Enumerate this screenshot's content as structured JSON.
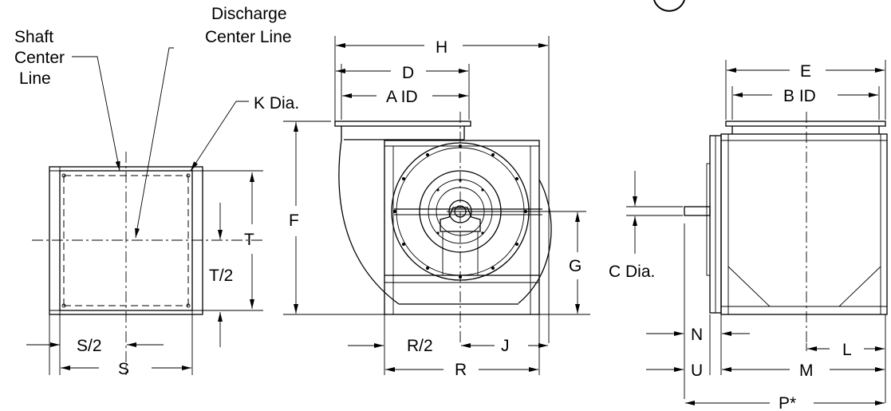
{
  "labels": {
    "shaft_center_line_1": "Shaft",
    "shaft_center_line_2": "Center",
    "shaft_center_line_3": "Line",
    "discharge_center_line_1": "Discharge",
    "discharge_center_line_2": "Center Line",
    "k_dia": "K Dia.",
    "s_half": "S/2",
    "s": "S",
    "t": "T",
    "t_half": "T/2",
    "h": "H",
    "d": "D",
    "a_id": "A ID",
    "f": "F",
    "g": "G",
    "r_half": "R/2",
    "j": "J",
    "r": "R",
    "c_dia": "C Dia.",
    "e": "E",
    "b_id": "B ID",
    "n": "N",
    "u": "U",
    "l": "L",
    "m": "M",
    "p_star": "P*"
  }
}
